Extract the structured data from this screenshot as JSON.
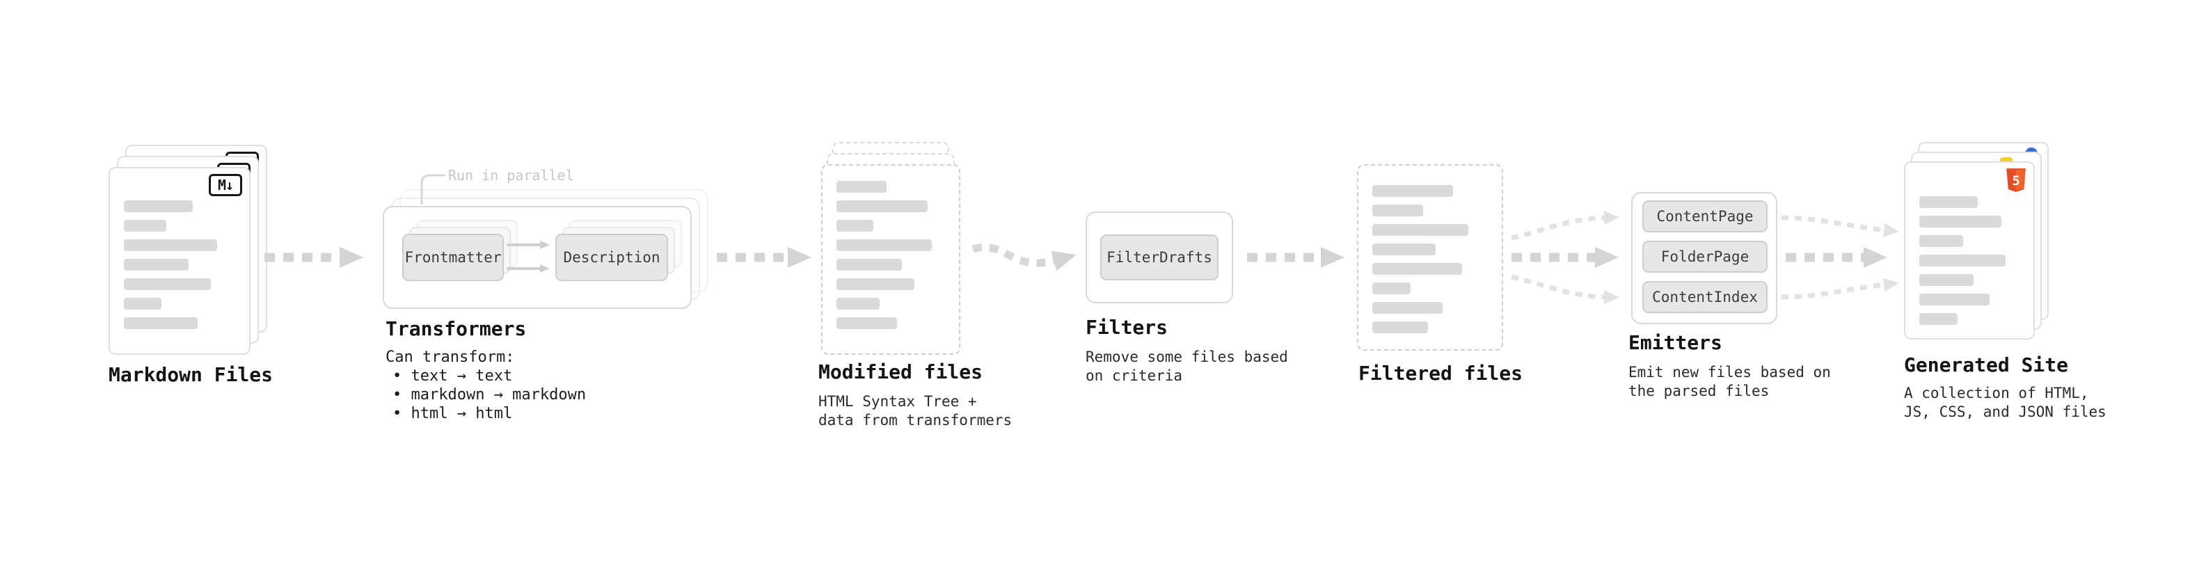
{
  "stages": {
    "markdown_files": {
      "label": "Markdown Files",
      "icon_glyph": "M↓"
    },
    "transformers": {
      "annotation": "Run in parallel",
      "buttons": [
        "Frontmatter",
        "Description"
      ],
      "label": "Transformers",
      "detail_title": "Can transform:",
      "bullets": [
        "• text → text",
        "• markdown → markdown",
        "• html → html"
      ]
    },
    "modified_files": {
      "label": "Modified files",
      "subtitle": "HTML Syntax Tree +\ndata from transformers"
    },
    "filters": {
      "buttons": [
        "FilterDrafts"
      ],
      "label": "Filters",
      "subtitle": "Remove some files based\non criteria"
    },
    "filtered_files": {
      "label": "Filtered files"
    },
    "emitters": {
      "buttons": [
        "ContentPage",
        "FolderPage",
        "ContentIndex"
      ],
      "label": "Emitters",
      "subtitle": "Emit new files based on\nthe parsed files"
    },
    "generated_site": {
      "label": "Generated Site",
      "subtitle": "A collection of HTML,\nJS, CSS, and JSON files",
      "icon_glyph": "5"
    }
  },
  "colors": {
    "arrow": "#d4d4d4",
    "card_border": "#e0e0e0",
    "dashed_border": "#cfcfcf",
    "skeleton_bar": "#dadada",
    "button_bg": "#e7e7e7",
    "button_border": "#cdcdcd",
    "html5_orange": "#e44d26",
    "js_yellow": "#f0d02b",
    "css_blue": "#4664e4"
  }
}
